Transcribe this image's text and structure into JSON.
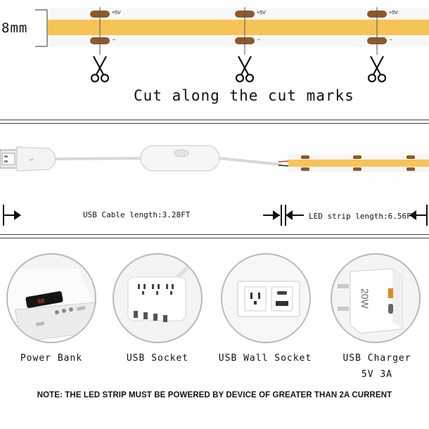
{
  "top": {
    "width_label": "8mm",
    "pad_label": "+5V",
    "gnd_label": "–",
    "cut_caption": "Cut along the cut marks",
    "icon": "scissors-icon"
  },
  "middle": {
    "usb_cable_label": "USB Cable length:3.28FT",
    "led_strip_label": "LED strip length:6.56FT",
    "icons": [
      "usb-plug-icon",
      "inline-switch-icon",
      "led-strip-icon",
      "arrow-icon"
    ]
  },
  "products": [
    {
      "label": "Power Bank",
      "icon": "power-bank-icon"
    },
    {
      "label": "USB Socket",
      "icon": "usb-power-strip-icon"
    },
    {
      "label": "USB Wall Socket",
      "icon": "wall-socket-icon"
    },
    {
      "label": "USB Charger",
      "sub_label": "5V 3A",
      "icon": "usb-charger-icon",
      "charger_text": "20W"
    }
  ],
  "note": "NOTE: THE LED STRIP MUST BE POWERED BY DEVICE OF GREATER THAN 2A CURRENT",
  "colors": {
    "strip": "#f6c357",
    "strip_edge": "#f0f0f0",
    "copper_pad": "#8c5a2c",
    "divider": "#444444",
    "circle_border": "#b8b8b8",
    "display_red": "#ff3b3b"
  }
}
